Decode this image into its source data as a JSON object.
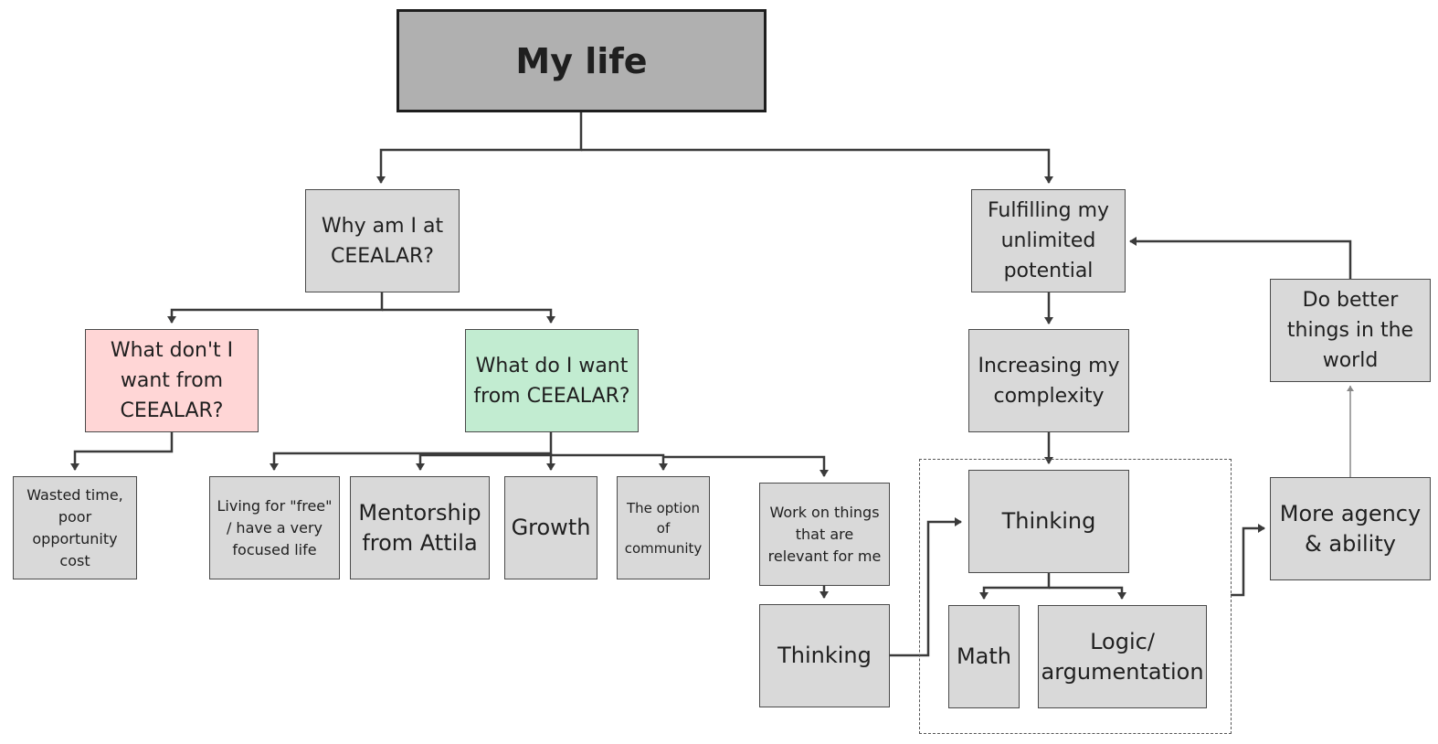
{
  "diagram": {
    "title": "My life",
    "nodes": {
      "root": "My life",
      "why": "Why am I at CEEALAR?",
      "dont_want": "What don't I want from CEEALAR?",
      "do_want": "What do I want from CEEALAR?",
      "wasted": "Wasted time, poor opportunity cost",
      "living": "Living for \"free\" / have a very focused life",
      "mentorship": "Mentorship from Attila",
      "growth": "Growth",
      "community": "The option of community",
      "work": "Work on things that are relevant for me",
      "thinking_left": "Thinking",
      "fulfilling": "Fulfilling my unlimited potential",
      "increasing": "Increasing my complexity",
      "thinking_main": "Thinking",
      "math": "Math",
      "logic": "Logic/ argumentation",
      "agency": "More agency & ability",
      "better": "Do better things in the world"
    },
    "colors": {
      "root_fill": "#b0b0b0",
      "default_fill": "#d9d9d9",
      "negative_fill": "#ffd6d6",
      "positive_fill": "#c2ecd1",
      "line": "#3a3a3a"
    },
    "edges": [
      [
        "root",
        "why"
      ],
      [
        "root",
        "fulfilling"
      ],
      [
        "why",
        "dont_want"
      ],
      [
        "why",
        "do_want"
      ],
      [
        "dont_want",
        "wasted"
      ],
      [
        "do_want",
        "living"
      ],
      [
        "do_want",
        "mentorship"
      ],
      [
        "do_want",
        "growth"
      ],
      [
        "do_want",
        "community"
      ],
      [
        "do_want",
        "work"
      ],
      [
        "work",
        "thinking_left"
      ],
      [
        "thinking_left",
        "thinking_main"
      ],
      [
        "fulfilling",
        "increasing"
      ],
      [
        "increasing",
        "thinking_main"
      ],
      [
        "thinking_main",
        "math"
      ],
      [
        "thinking_main",
        "logic"
      ],
      [
        "thinking_group",
        "agency"
      ],
      [
        "agency",
        "better"
      ],
      [
        "better",
        "fulfilling"
      ]
    ]
  }
}
